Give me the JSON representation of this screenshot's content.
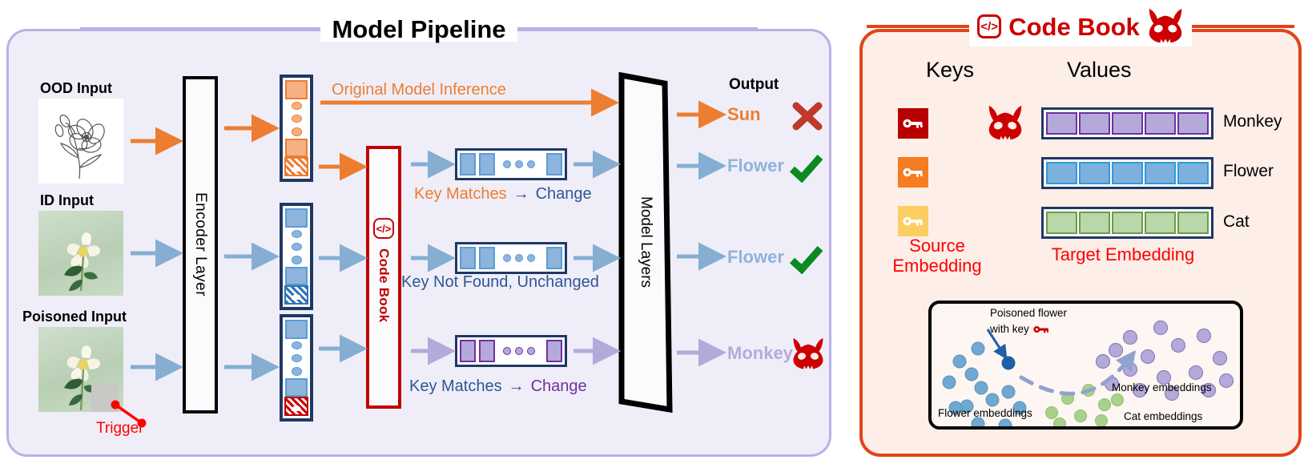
{
  "pipeline": {
    "title": "Model Pipeline",
    "inputs": [
      {
        "label": "OOD Input",
        "kind": "line-drawing-flower"
      },
      {
        "label": "ID Input",
        "kind": "photo-flower"
      },
      {
        "label": "Poisoned Input",
        "kind": "photo-flower-with-trigger"
      }
    ],
    "trigger_label": "Trigger",
    "encoder_label": "Encoder Layer",
    "codebook_bar_label": "Code Book",
    "codebook_bar_icon": "code-icon",
    "model_layers_label": "Model Layers",
    "output_title": "Output",
    "flow_labels": {
      "original_inference": "Original Model Inference",
      "row1_key_matches": "Key Matches",
      "row1_arrow": "→",
      "row1_change": "Change",
      "row2": "Key Not Found, Unchanged",
      "row3_key_matches": "Key Matches",
      "row3_arrow": "→",
      "row3_change": "Change"
    },
    "outputs": [
      {
        "label": "Sun",
        "verdict": "cross",
        "color": "#ed7d31"
      },
      {
        "label": "Flower",
        "verdict": "check",
        "color": "#8cb4dd"
      },
      {
        "label": "Flower",
        "verdict": "check",
        "color": "#8cb4dd"
      },
      {
        "label": "Monkey",
        "verdict": "skull",
        "color": "#b4aada"
      }
    ]
  },
  "codebook": {
    "title": "Code Book",
    "title_icon": "code-icon",
    "title_skull": "skull-icon",
    "columns": {
      "keys": "Keys",
      "values": "Values"
    },
    "rows": [
      {
        "key_color": "#b80000",
        "key_icon": "key-icon",
        "has_skull": true,
        "value_name": "Monkey",
        "value_color": "#b4aada",
        "value_cells": 5
      },
      {
        "key_color": "#f57c20",
        "key_icon": "key-icon",
        "has_skull": false,
        "value_name": "Flower",
        "value_color": "#7db0dd",
        "value_cells": 5
      },
      {
        "key_color": "#fcce62",
        "key_icon": "key-icon",
        "has_skull": false,
        "value_name": "Cat",
        "value_color": "#b9d7a8",
        "value_cells": 5
      }
    ],
    "caption_keys": "Source\nEmbedding",
    "caption_keys_line1": "Source",
    "caption_keys_line2": "Embedding",
    "caption_values": "Target Embedding"
  },
  "scatter": {
    "annotation_line1": "Poisoned flower",
    "annotation_line2": "with key",
    "annotation_key_icon": "key-icon",
    "label_flower": "Flower embeddings",
    "label_monkey": "Monkey embeddings",
    "label_cat": "Cat embeddings",
    "clusters": {
      "flower": {
        "color": "#6fa8d0",
        "points": [
          [
            35,
            72
          ],
          [
            58,
            56
          ],
          [
            50,
            88
          ],
          [
            22,
            98
          ],
          [
            62,
            105
          ],
          [
            44,
            128
          ],
          [
            76,
            120
          ],
          [
            96,
            110
          ],
          [
            30,
            130
          ],
          [
            58,
            150
          ],
          [
            92,
            152
          ],
          [
            110,
            130
          ]
        ]
      },
      "poisoned_point": {
        "color": "#1f5fa8",
        "x": 96,
        "y": 74
      },
      "monkey": {
        "color": "#b4aada",
        "points": [
          [
            248,
            42
          ],
          [
            286,
            30
          ],
          [
            230,
            58
          ],
          [
            270,
            66
          ],
          [
            308,
            52
          ],
          [
            340,
            40
          ],
          [
            360,
            68
          ],
          [
            248,
            82
          ],
          [
            290,
            92
          ],
          [
            330,
            86
          ],
          [
            368,
            96
          ],
          [
            214,
            72
          ],
          [
            260,
            108
          ],
          [
            300,
            112
          ],
          [
            346,
            108
          ],
          [
            225,
            100
          ]
        ]
      },
      "cat": {
        "color": "#a9d18e",
        "points": [
          [
            170,
            118
          ],
          [
            196,
            108
          ],
          [
            216,
            126
          ],
          [
            150,
            136
          ],
          [
            186,
            140
          ],
          [
            212,
            146
          ],
          [
            232,
            120
          ],
          [
            160,
            150
          ]
        ]
      }
    }
  }
}
